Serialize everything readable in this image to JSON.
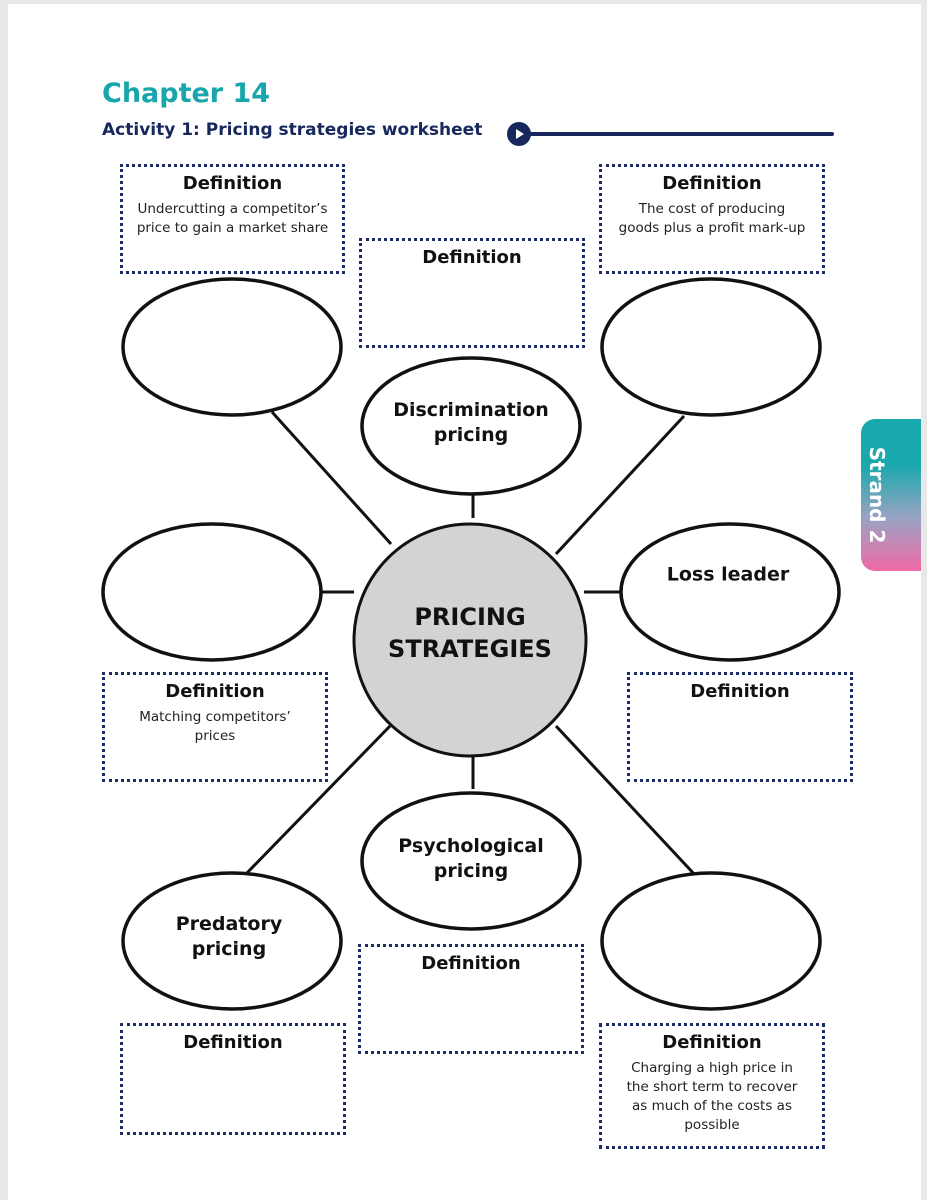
{
  "header": {
    "chapter": "Chapter 14",
    "activity": "Activity 1: Pricing strategies worksheet"
  },
  "side_tab": {
    "label": "Strand 2"
  },
  "diagram": {
    "center": "PRICING\nSTRATEGIES",
    "nodes": {
      "top_left": "",
      "top_center": "Discrimination\npricing",
      "top_right": "",
      "middle_left": "",
      "middle_right": "Loss leader",
      "bottom_center": "Psychological\npricing",
      "bottom_left": "Predatory\npricing",
      "bottom_right": ""
    },
    "definitions": {
      "top_left": {
        "title": "Definition",
        "text": "Undercutting a competitor’s\nprice to gain a market share"
      },
      "top_center": {
        "title": "Definition",
        "text": ""
      },
      "top_right": {
        "title": "Definition",
        "text": "The cost of producing\ngoods plus a profit mark-up"
      },
      "middle_left": {
        "title": "Definition",
        "text": "Matching competitors’\nprices"
      },
      "middle_right": {
        "title": "Definition",
        "text": ""
      },
      "bottom_center": {
        "title": "Definition",
        "text": ""
      },
      "bottom_left": {
        "title": "Definition",
        "text": ""
      },
      "bottom_right": {
        "title": "Definition",
        "text": "Charging a high price in\nthe short term to recover\nas much of the costs as\npossible"
      }
    }
  },
  "colors": {
    "chapter_title": "#17a6ac",
    "navy": "#16285c",
    "center_fill": "#d2d3d5"
  }
}
